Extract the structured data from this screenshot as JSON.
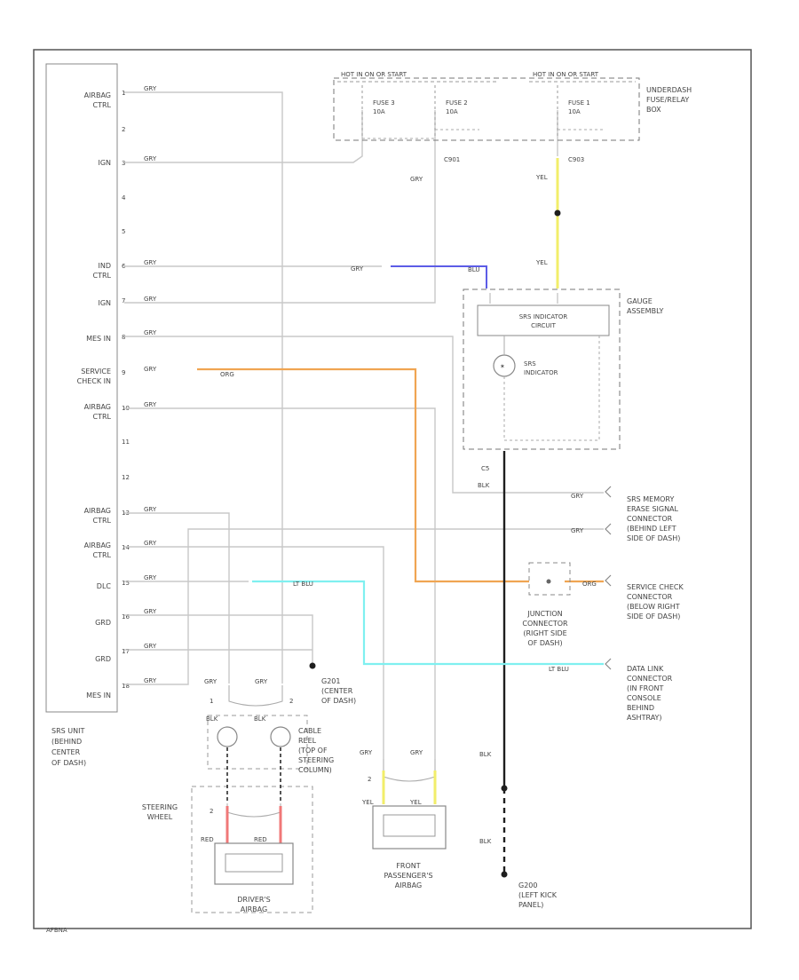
{
  "srs_unit": {
    "title": "SRS UNIT (BEHIND CENTER OF DASH)",
    "title_lines": [
      "SRS UNIT",
      "(BEHIND",
      "CENTER",
      "OF DASH)"
    ],
    "labels": [
      "AIRBAG CTRL",
      "IGN",
      "IND CTRL",
      "IGN",
      "MES IN",
      "SERVICE CHECK IN",
      "AIRBAG CTRL",
      "AIRBAG CTRL",
      "AIRBAG CTRL",
      "DLC",
      "GRD",
      "GRD",
      "MES IN"
    ],
    "pins": [
      "1",
      "2",
      "3",
      "4",
      "5",
      "6",
      "7",
      "8",
      "9",
      "10",
      "11",
      "12",
      "13",
      "14",
      "15",
      "16",
      "17",
      "18"
    ]
  },
  "fuse_box": {
    "title_lines": [
      "UNDERDASH",
      "FUSE/RELAY",
      "BOX"
    ],
    "header_left": "HOT IN ON OR START",
    "header_right": "HOT IN ON OR START",
    "fuses": [
      {
        "name": "FUSE 3",
        "rating": "10A"
      },
      {
        "name": "FUSE 2",
        "rating": "10A"
      },
      {
        "name": "FUSE 1",
        "rating": "10A"
      }
    ],
    "connectors": [
      "C901",
      "C903"
    ]
  },
  "gauge_assembly": {
    "title_lines": [
      "GAUGE",
      "ASSEMBLY"
    ],
    "circuit_lines": [
      "SRS INDICATOR",
      "CIRCUIT"
    ],
    "indicator_lines": [
      "SRS",
      "INDICATOR"
    ]
  },
  "wire_colors": {
    "gry": "GRY",
    "blu": "BLU",
    "yel": "YEL",
    "org": "ORG",
    "ltblu": "LT BLU",
    "blk": "BLK",
    "red": "RED"
  },
  "connectors": {
    "srs_memory": [
      "SRS MEMORY",
      "ERASE SIGNAL",
      "CONNECTOR",
      "(BEHIND LEFT",
      "SIDE OF DASH)"
    ],
    "service_check": [
      "SERVICE CHECK",
      "CONNECTOR",
      "(BELOW RIGHT",
      "SIDE OF DASH)"
    ],
    "data_link": [
      "DATA LINK",
      "CONNECTOR",
      "(IN FRONT",
      "CONSOLE",
      "BEHIND",
      "ASHTRAY)"
    ],
    "junction": [
      "JUNCTION",
      "CONNECTOR",
      "(RIGHT SIDE",
      "OF DASH)"
    ],
    "g201": [
      "G201",
      "(CENTER",
      "OF DASH)"
    ],
    "g200": [
      "G200",
      "(LEFT KICK",
      "PANEL)"
    ],
    "cable_reel": [
      "CABLE",
      "REEL",
      "(TOP OF",
      "STEERING",
      "COLUMN)"
    ],
    "steering_wheel": [
      "STEERING",
      "WHEEL"
    ],
    "drivers_airbag": [
      "DRIVER'S",
      "AIRBAG"
    ],
    "passenger_airbag": [
      "FRONT",
      "PASSENGER'S",
      "AIRBAG"
    ]
  },
  "colors": {
    "wire": "#c8c8c8",
    "blue": "#5c5ce6",
    "yellow": "#f2ee6a",
    "orange": "#f0a552",
    "cyan": "#7ff0f0",
    "red": "#f07878",
    "black": "#1e1e1e",
    "frame": "#555555"
  },
  "code": "AFBNA"
}
